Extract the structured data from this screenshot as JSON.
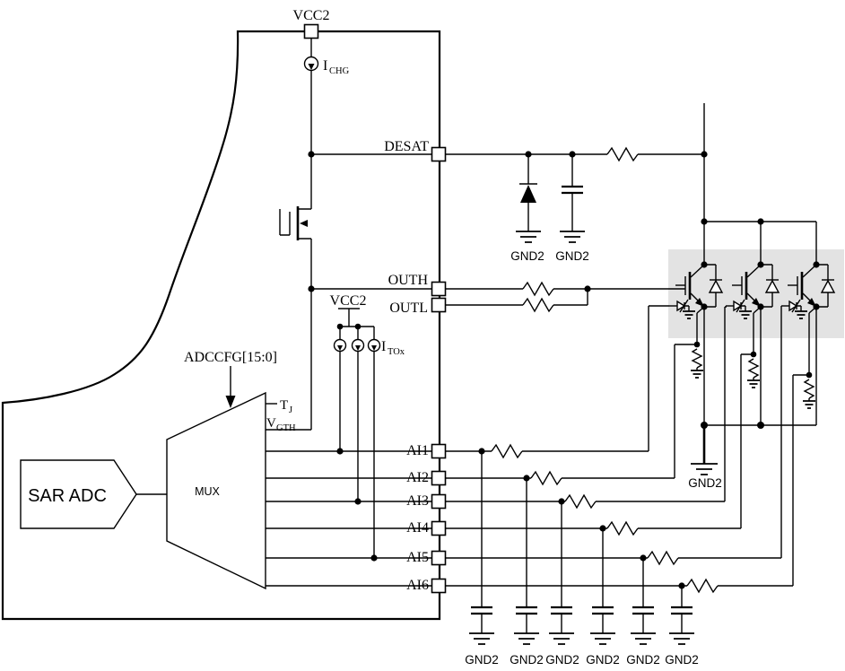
{
  "labels": {
    "vcc2": "VCC2",
    "ichg_main": "I",
    "ichg_sub": "CHG",
    "itox_main": "I",
    "itox_sub": "TOx",
    "desat": "DESAT",
    "outh": "OUTH",
    "outl": "OUTL",
    "adccfg": "ADCCFG[15:0]",
    "tj_main": "T",
    "tj_sub": "J",
    "vgth_main": "V",
    "vgth_sub": "GTH",
    "sar_adc": "SAR ADC",
    "mux": "MUX",
    "gnd2": "GND2",
    "ai": [
      "AI1",
      "AI2",
      "AI3",
      "AI4",
      "AI5",
      "AI6"
    ]
  },
  "colors": {
    "wire": "#000000",
    "adccfg_blue": "#2f23c0",
    "highlight_gray": "#e3e3e3",
    "background": "#ffffff"
  }
}
